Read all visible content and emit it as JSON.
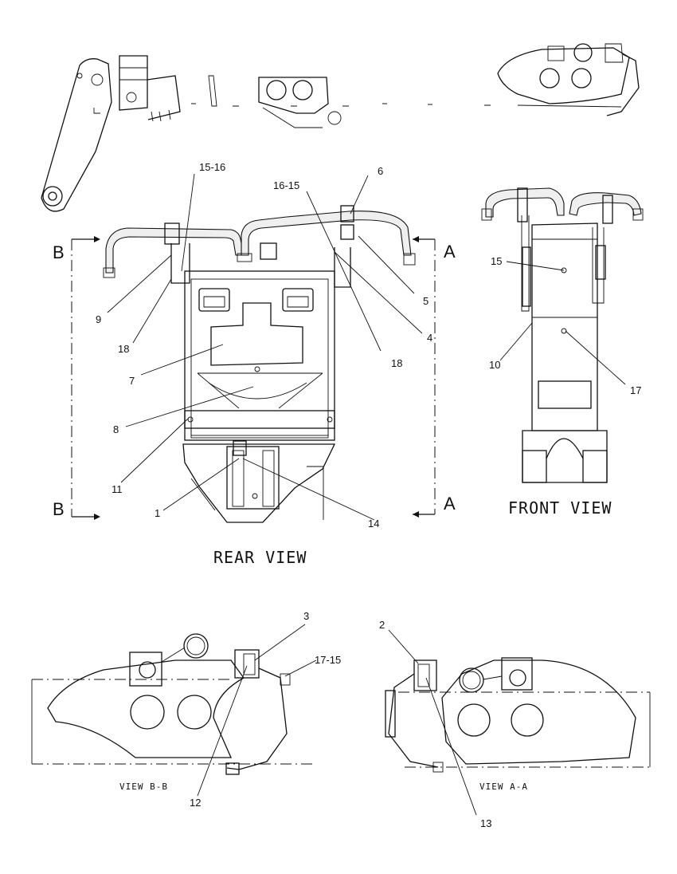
{
  "views": {
    "rear": "REAR VIEW",
    "front": "FRONT VIEW",
    "bb": "VIEW B-B",
    "aa": "VIEW A-A"
  },
  "section_letters": {
    "b_top": "B",
    "b_bottom": "B",
    "a_top": "A",
    "a_bottom": "A"
  },
  "callouts": {
    "c15_16": "15-16",
    "c16_15": "16-15",
    "c6": "6",
    "c9": "9",
    "c18_left": "18",
    "c5": "5",
    "c4": "4",
    "c18_right": "18",
    "c7": "7",
    "c8": "8",
    "c11": "11",
    "c1": "1",
    "c14": "14",
    "c15_front": "15",
    "c10": "10",
    "c17": "17",
    "c3": "3",
    "c17_15": "17-15",
    "c12": "12",
    "c2": "2",
    "c13": "13"
  }
}
